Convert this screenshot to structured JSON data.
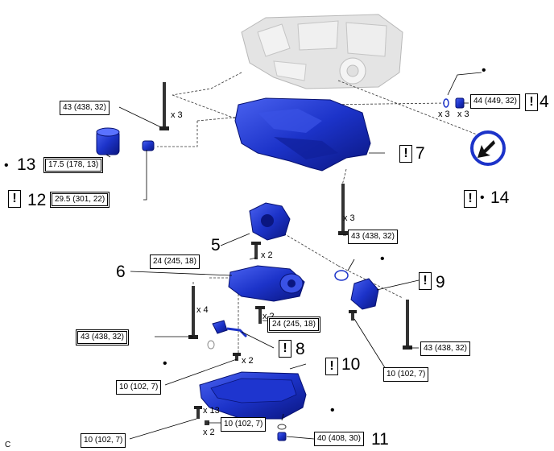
{
  "parts": {
    "p4": {
      "number": "4",
      "torque": "44 (449, 32)",
      "qty_a": "x 3",
      "qty_b": "x 3"
    },
    "p5": {
      "number": "5"
    },
    "p6": {
      "number": "6"
    },
    "p7": {
      "number": "7"
    },
    "p8": {
      "number": "8"
    },
    "p9": {
      "number": "9"
    },
    "p10": {
      "number": "10"
    },
    "p11": {
      "number": "11",
      "torque": "40 (408, 30)"
    },
    "p12": {
      "number": "12",
      "torque": "29.5 (301, 22)"
    },
    "p13": {
      "number": "13",
      "torque": "17.5 (178, 13)"
    },
    "p14": {
      "number": "14"
    }
  },
  "torques": {
    "bolt_top": "43 (438, 32)",
    "bolt_right": "43 (438, 32)",
    "pump_bolt": "24 (245, 18)",
    "pipe_bolt": "24 (245, 18)",
    "left_bolt": "43 (438, 32)",
    "lower_right_bolt": "43 (438, 32)",
    "strainer": "10 (102, 7)",
    "bracket": "10 (102, 7)",
    "pan_a": "10 (102, 7)",
    "pan_b": "10 (102, 7)"
  },
  "quantities": {
    "top": "x 3",
    "right_bolt": "x 3",
    "pump": "x 2",
    "left": "x 4",
    "pipe": "x 2",
    "strainer": "x 2",
    "pan_13": "x 13",
    "pan_2": "x 2"
  },
  "symbols": {
    "warning": "!",
    "bullet": "•"
  },
  "footer": {
    "code": "C"
  },
  "colors": {
    "part_blue": "#1c33c9",
    "part_dark": "#0a1680",
    "engine_gray": "#d6d6d6"
  }
}
